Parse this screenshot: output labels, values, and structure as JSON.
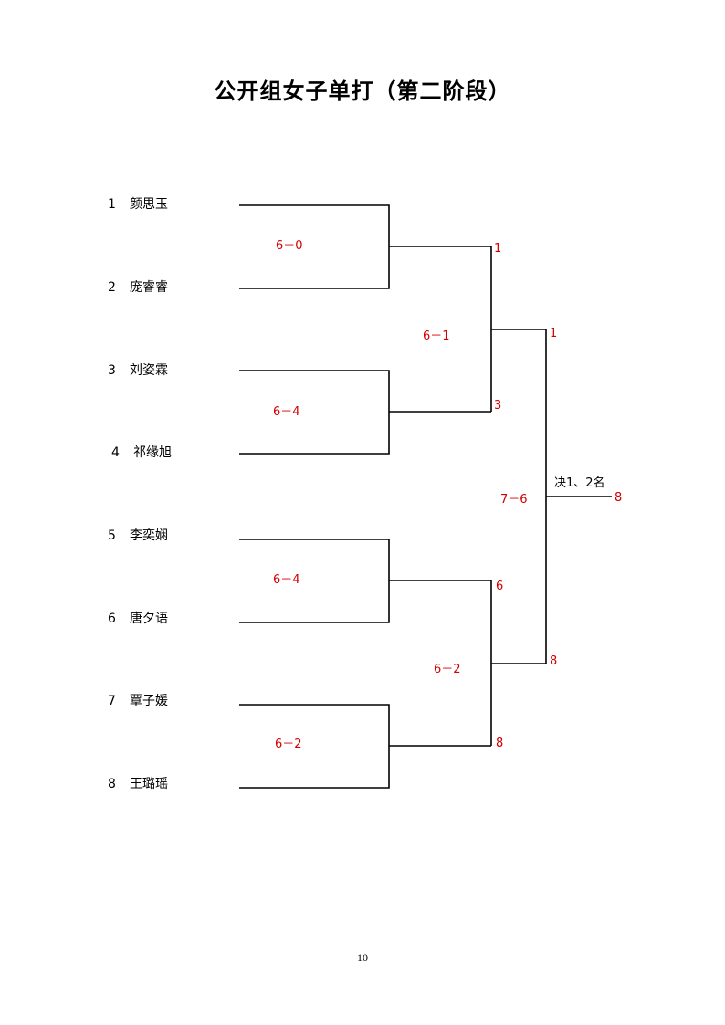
{
  "title": "公开组女子单打（第二阶段）",
  "players": [
    {
      "seed": "1",
      "name": "颜思玉"
    },
    {
      "seed": "2",
      "name": "庞睿睿"
    },
    {
      "seed": "3",
      "name": "刘姿霖"
    },
    {
      "seed": "4",
      "name": "祁缘旭"
    },
    {
      "seed": "5",
      "name": "李奕娴"
    },
    {
      "seed": "6",
      "name": "唐夕语"
    },
    {
      "seed": "7",
      "name": "覃子媛"
    },
    {
      "seed": "8",
      "name": "王璐瑶"
    }
  ],
  "round1": [
    {
      "score": "6－0",
      "winner": "1"
    },
    {
      "score": "6－4",
      "winner": "3"
    },
    {
      "score": "6－4",
      "winner": "6"
    },
    {
      "score": "6－2",
      "winner": "8"
    }
  ],
  "semifinals": [
    {
      "score": "6－1",
      "winner": "1"
    },
    {
      "score": "6－2",
      "winner": "8"
    }
  ],
  "final": {
    "label": "决1、2名",
    "score": "7－6",
    "winner": "8"
  },
  "colors": {
    "line": "#000000",
    "score": "#d40000"
  },
  "page_number": "10"
}
